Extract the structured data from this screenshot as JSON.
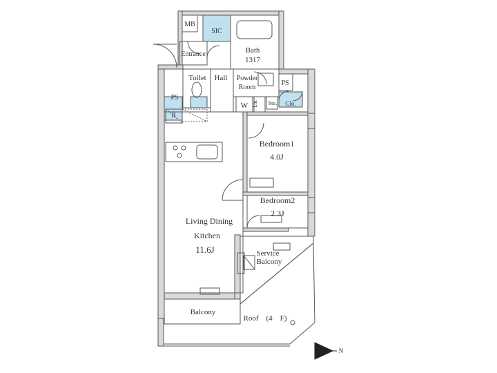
{
  "labels": {
    "mb": "MB",
    "sic": "SIC",
    "bath": "Bath",
    "bath_size": "1317",
    "entrance": "Entrance",
    "toilet": "Toilet",
    "hall": "Hall",
    "powder_room_1": "Powder",
    "powder_room_2": "Room",
    "ps_top": "PS",
    "ps_left": "PS",
    "r": "R",
    "w": "W",
    "lin": "Lin.",
    "sto": "Sto.",
    "clo": "Clo.",
    "bedroom1": "Bedroom1",
    "bedroom1_size": "4.0J",
    "bedroom2": "Bedroom2",
    "bedroom2_size": "2.3J",
    "ldk_1": "Living Dining",
    "ldk_2": "Kitchen",
    "ldk_size": "11.6J",
    "service_balcony_1": "Service",
    "service_balcony_2": "Balcony",
    "balcony": "Balcony",
    "roof": "Roof　(4　F)",
    "north": "N"
  },
  "colors": {
    "wall": "#d9d9d9",
    "wall_edge": "#555555",
    "storage": "#bfe0ee",
    "line": "#555555"
  }
}
